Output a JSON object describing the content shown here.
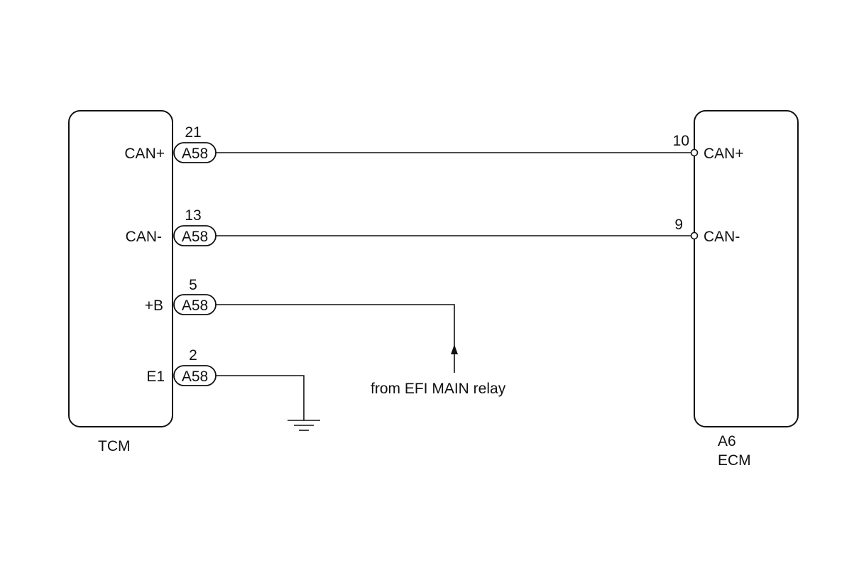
{
  "tcm": {
    "name": "TCM",
    "connector": "A58",
    "pins": [
      {
        "label": "CAN+",
        "number": "21"
      },
      {
        "label": "CAN-",
        "number": "13"
      },
      {
        "label": "+B",
        "number": "5"
      },
      {
        "label": "E1",
        "number": "2"
      }
    ]
  },
  "ecm": {
    "connector": "A6",
    "name": "ECM",
    "pins": [
      {
        "label": "CAN+",
        "number": "10"
      },
      {
        "label": "CAN-",
        "number": "9"
      }
    ]
  },
  "power_source": "from EFI MAIN relay"
}
